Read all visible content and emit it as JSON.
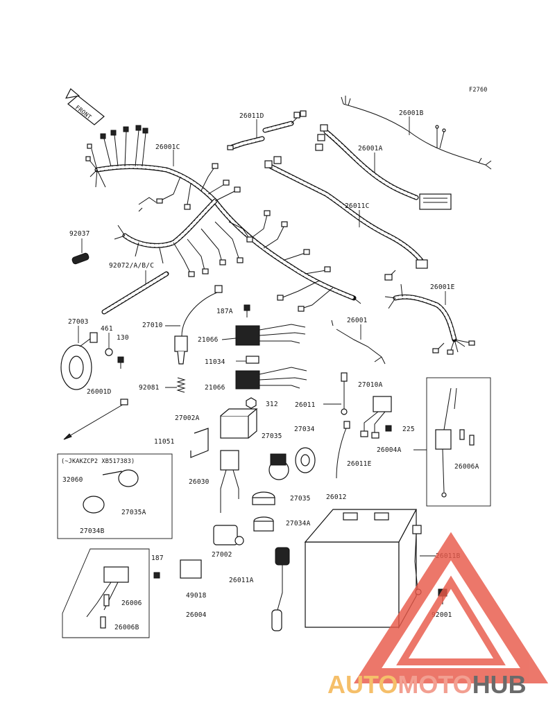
{
  "figure_code": "F2760",
  "front_label": "FRONT",
  "parts": {
    "p26001C": "26001C",
    "p26011D_top": "26011D",
    "p26001B": "26001B",
    "p26001A": "26001A",
    "p26011C": "26011C",
    "p26001E": "26001E",
    "p92037": "92037",
    "p92072": "92072/A/B/C",
    "p187A": "187A",
    "p27003": "27003",
    "p461": "461",
    "p130": "130",
    "p27010": "27010",
    "p21066_a": "21066",
    "p26001": "26001",
    "p11034": "11034",
    "p92081": "92081",
    "p21066_b": "21066",
    "p26001D": "26001D",
    "p312": "312",
    "p26011": "26011",
    "p27010A": "27010A",
    "p27002A": "27002A",
    "p225": "225",
    "p26004A": "26004A",
    "p11051": "11051",
    "p27035_a": "27035",
    "p27034": "27034",
    "p26011E": "26011E",
    "p26006A": "26006A",
    "p26030": "26030",
    "p27035_b": "27035",
    "p26012": "26012",
    "p27034A": "27034A",
    "p32060": "32060",
    "p27035A": "27035A",
    "p27034B": "27034B",
    "p27002": "27002",
    "p26011B": "26011B",
    "p187": "187",
    "p26011A": "26011A",
    "p26006": "26006",
    "p49018": "49018",
    "p26004": "26004",
    "p26006B": "26006B",
    "p92001": "92001"
  },
  "inset_note": "(~JKAKZCP2 XB517383)",
  "watermark": {
    "text_a": "AUTO",
    "text_b": "MOTO",
    "text_c": "HUB",
    "color_a": "#f3b24a",
    "color_b": "#f08a7a",
    "color_c": "#4a4a4a",
    "triangle_color": "#e85a4a"
  }
}
